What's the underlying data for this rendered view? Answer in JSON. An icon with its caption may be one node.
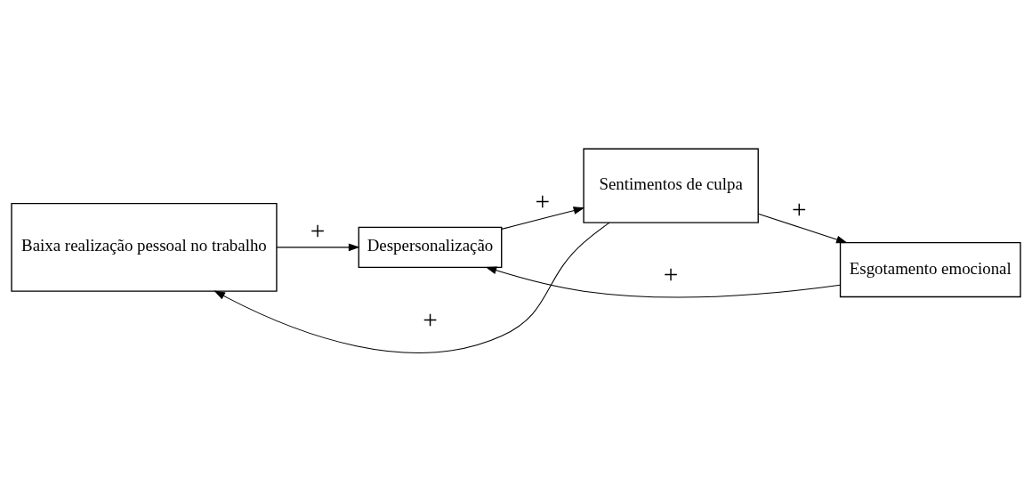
{
  "diagram": {
    "nodes": [
      {
        "text": [
          "Baixa realização pessoal no trabalho"
        ]
      },
      {
        "text": [
          "Despersonalização"
        ]
      },
      {
        "text": [
          "Sentimentos de culpa"
        ]
      },
      {
        "text": [
          "Esgotamento emocional"
        ]
      }
    ],
    "edges": [
      {
        "from": 0,
        "to": 1,
        "arrow": "to",
        "label": "+"
      },
      {
        "from": 3,
        "to": 1,
        "arrow": "to",
        "label": "+"
      },
      {
        "from": 1,
        "to": 2,
        "arrow": "to",
        "label": "+"
      },
      {
        "from": 2,
        "to": 0,
        "arrow": "to",
        "label": "+"
      },
      {
        "from": 2,
        "to": 3,
        "arrow": "to",
        "label": "+"
      }
    ]
  }
}
